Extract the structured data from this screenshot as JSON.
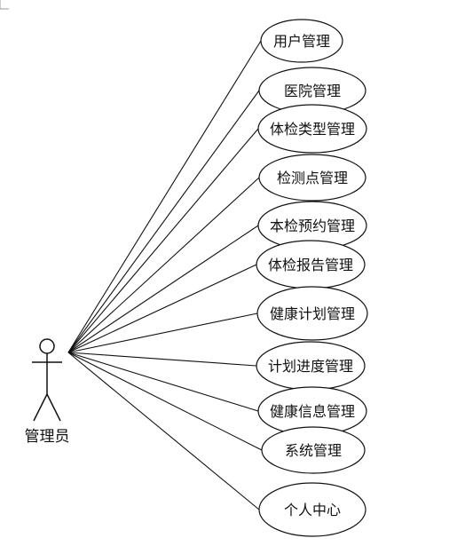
{
  "actor": {
    "label": "管理员"
  },
  "use_cases": [
    {
      "id": "uc-user-mgmt",
      "label": "用户管理"
    },
    {
      "id": "uc-hospital-mgmt",
      "label": "医院管理"
    },
    {
      "id": "uc-exam-type-mgmt",
      "label": "体检类型管理"
    },
    {
      "id": "uc-checkpoint-mgmt",
      "label": "检测点管理"
    },
    {
      "id": "uc-appointment-mgmt",
      "label": "本检预约管理"
    },
    {
      "id": "uc-report-mgmt",
      "label": "体检报告管理"
    },
    {
      "id": "uc-health-plan-mgmt",
      "label": "健康计划管理"
    },
    {
      "id": "uc-plan-progress-mgmt",
      "label": "计划进度管理"
    },
    {
      "id": "uc-health-info-mgmt",
      "label": "健康信息管理"
    },
    {
      "id": "uc-system-mgmt",
      "label": "系统管理"
    },
    {
      "id": "uc-personal-center",
      "label": "个人中心"
    }
  ]
}
